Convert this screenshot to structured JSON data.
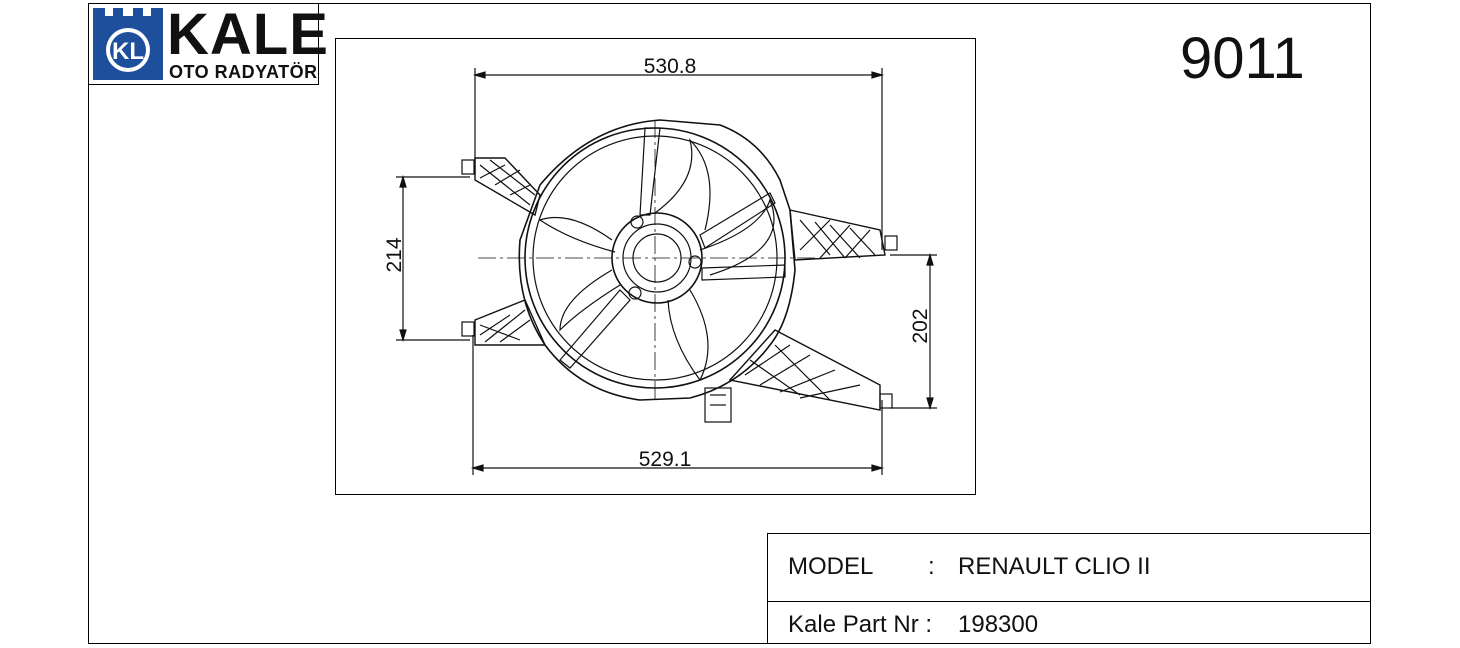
{
  "brand": {
    "name": "KALE",
    "tagline": "OTO RADYATÖR",
    "mark_letters": "KL",
    "color": "#1e4f9c"
  },
  "product_code": "9011",
  "dimensions": {
    "top_width": "530.8",
    "bottom_width": "529.1",
    "left_height": "214",
    "right_height": "202"
  },
  "info": {
    "model_label": "MODEL",
    "colon": ":",
    "model_value": "RENAULT CLIO II",
    "part_label": "Kale Part Nr :",
    "part_value": "198300"
  }
}
